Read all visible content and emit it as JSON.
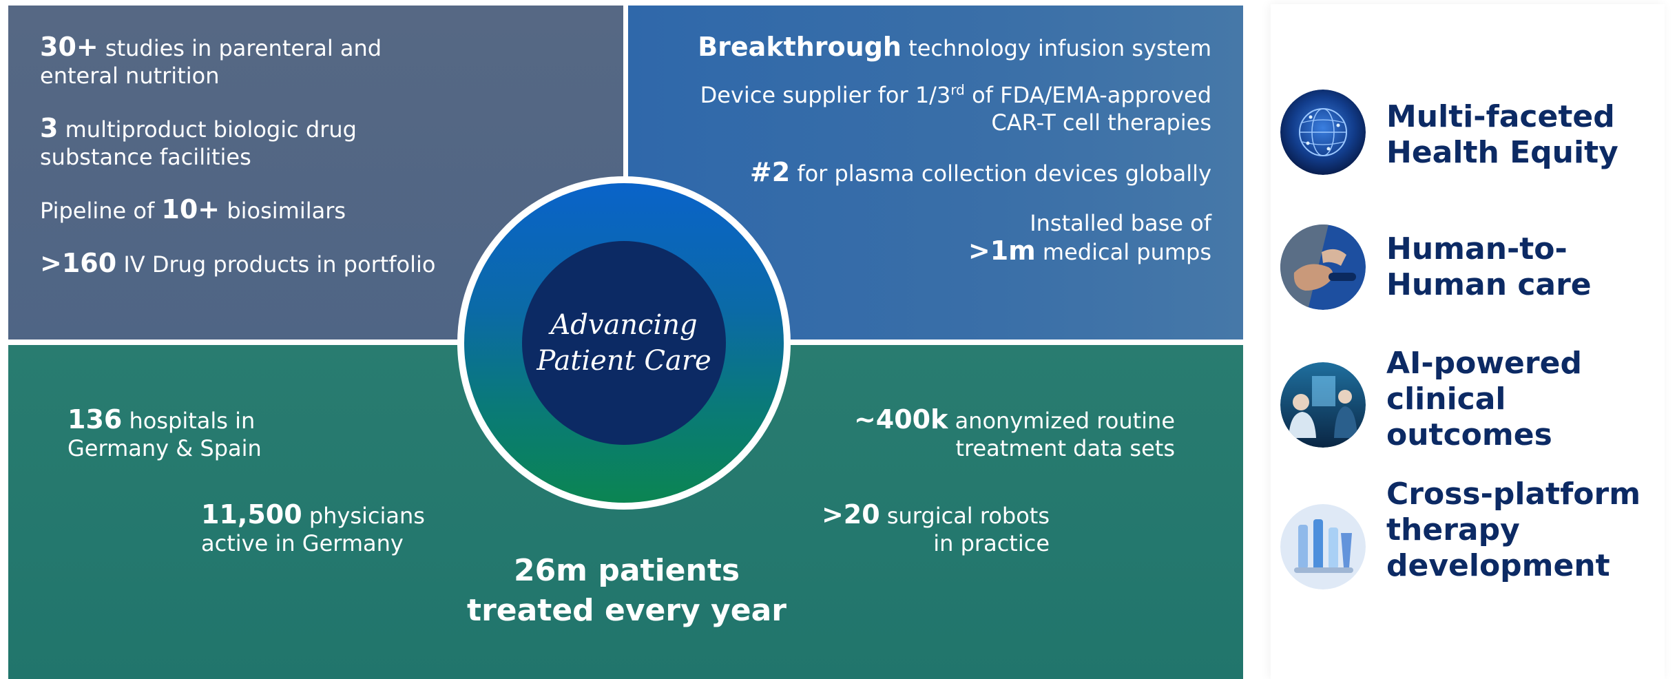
{
  "top_left": {
    "facts": [
      {
        "strong": "30+",
        "text": " studies in parenteral and",
        "text2": "enteral nutrition"
      },
      {
        "strong": "3",
        "text": " multiproduct biologic drug",
        "text2": "substance facilities"
      },
      {
        "pre": "Pipeline of ",
        "strong": "10+",
        "text": " biosimilars"
      },
      {
        "strong": ">160",
        "text": " IV Drug products in portfolio"
      }
    ]
  },
  "top_right": {
    "facts": [
      {
        "strong": "Breakthrough",
        "text": " technology infusion system"
      },
      {
        "line1": "Device supplier for 1/3",
        "sup": "rd",
        "line1b": " of FDA/EMA-approved",
        "line2": "CAR-T cell therapies"
      },
      {
        "strong": "#2",
        "text": " for plasma collection devices globally"
      },
      {
        "line1": "Installed base of",
        "strong": ">1m",
        "text": " medical pumps"
      }
    ]
  },
  "bottom": {
    "facts": [
      {
        "strong": "136",
        "text": " hospitals in",
        "text2": "Germany & Spain"
      },
      {
        "strong": "11,500",
        "text": " physicians",
        "text2": "active in Germany"
      },
      {
        "strong": "~400k",
        "text": " anonymized routine",
        "text2": "treatment data sets"
      },
      {
        "strong": ">20",
        "text": " surgical robots",
        "text2": "in practice"
      }
    ],
    "headline_line1": "26m patients",
    "headline_line2": "treated every year"
  },
  "center": {
    "line1": "Advancing",
    "line2": "Patient Care"
  },
  "pillars": [
    {
      "line1": "Multi-faceted",
      "line2": "Health Equity",
      "icon": "globe-network-icon"
    },
    {
      "line1": "Human-to-",
      "line2": "Human care",
      "icon": "hand-care-icon"
    },
    {
      "line1": "AI-powered",
      "line2": "clinical",
      "line3": "outcomes",
      "icon": "ai-clinic-icon"
    },
    {
      "line1": "Cross-platform",
      "line2": "therapy",
      "line3": "development",
      "icon": "lab-flask-icon"
    }
  ],
  "colors": {
    "navy": "#0c2a64",
    "slate": "#566884",
    "blue": "#2f68aa",
    "teal": "#21756c",
    "ring_top": "#0a63c9",
    "ring_bottom": "#0b8552"
  }
}
